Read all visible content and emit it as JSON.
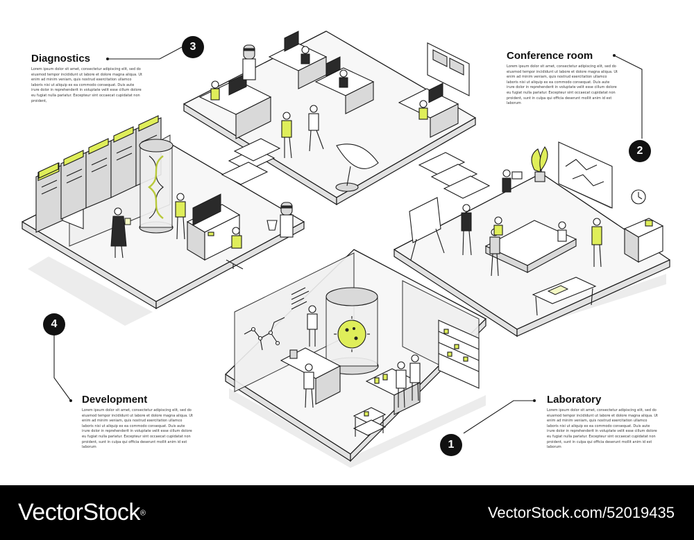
{
  "sections": {
    "diagnostics": {
      "number": "3",
      "title": "Diagnostics",
      "body": "Lorem ipsum dolor sit amet, consectetur adipiscing elit, sed do eiusmod tempor incididunt ut labore et dolore magna aliqua. Ut enim ad minim veniam, quis nostrud exercitation ullamco laboris nisi ut aliquip ex ea commodo consequat. Duis aute irure dolor in reprehenderit in voluptate velit esse cillum dolore eu fugiat nulla pariatur. Excepteur sint occaecat cupidatat non proident,"
    },
    "conference_room": {
      "number": "2",
      "title": "Conference room",
      "body": "Lorem ipsum dolor sit amet, consectetur adipiscing elit, sed do eiusmod tempor incididunt ut labore et dolore magna aliqua. Ut enim ad minim veniam, quis nostrud exercitation ullamco laboris nisi ut aliquip ex ea commodo consequat. Duis aute irure dolor in reprehenderit in voluptate velit esse cillum dolore eu fugiat nulla pariatur. Excepteur sint occaecat cupidatat non proident, sunt in culpa qui officia deserunt mollit anim id est laborum"
    },
    "development": {
      "number": "4",
      "title": "Development",
      "body": "Lorem ipsum dolor sit amet, consectetur adipiscing elit, sed do eiusmod tempor incididunt ut labore et dolore magna aliqua. Ut enim ad minim veniam, quis nostrud exercitation ullamco laboris nisi ut aliquip ex ea commodo consequat. Duis aute irure dolor in reprehenderit in voluptate velit esse cillum dolore eu fugiat nulla pariatur. Excepteur sint occaecat cupidatat non proident, sunt in culpa qui officia deserunt mollit anim id est laborum"
    },
    "laboratory": {
      "number": "1",
      "title": "Laboratory",
      "body": "Lorem ipsum dolor sit amet, consectetur adipiscing elit, sed do eiusmod tempor incididunt ut labore et dolore magna aliqua. Ut enim ad minim veniam, quis nostrud exercitation ullamco laboris nisi ut aliquip ex ea commodo consequat. Duis aute irure dolor in reprehenderit in voluptate velit esse cillum dolore eu fugiat nulla pariatur. Excepteur sint occaecat cupidatat non proident, sunt in culpa qui officia deserunt mollit anim id est laborum"
    }
  },
  "footer": {
    "brand": "VectorStock",
    "registered_mark": "®",
    "stock_id": "VectorStock.com/52019435"
  },
  "colors": {
    "accent": "#dfee5a",
    "ink": "#1a1a1a",
    "floor": "#f7f7f7",
    "footer_bg": "#000000"
  }
}
